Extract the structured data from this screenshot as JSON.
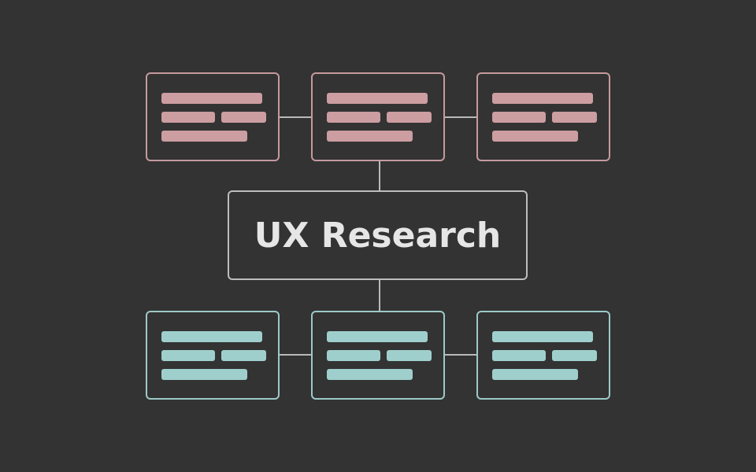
{
  "diagram": {
    "center_title": "UX Research",
    "top_row": {
      "color": "#cc9da1",
      "cards": [
        "card-1",
        "card-2",
        "card-3"
      ]
    },
    "bottom_row": {
      "color": "#9fcfcc",
      "cards": [
        "card-1",
        "card-2",
        "card-3"
      ]
    },
    "connector_color": "#b9b9b9",
    "background_color": "#333333"
  }
}
